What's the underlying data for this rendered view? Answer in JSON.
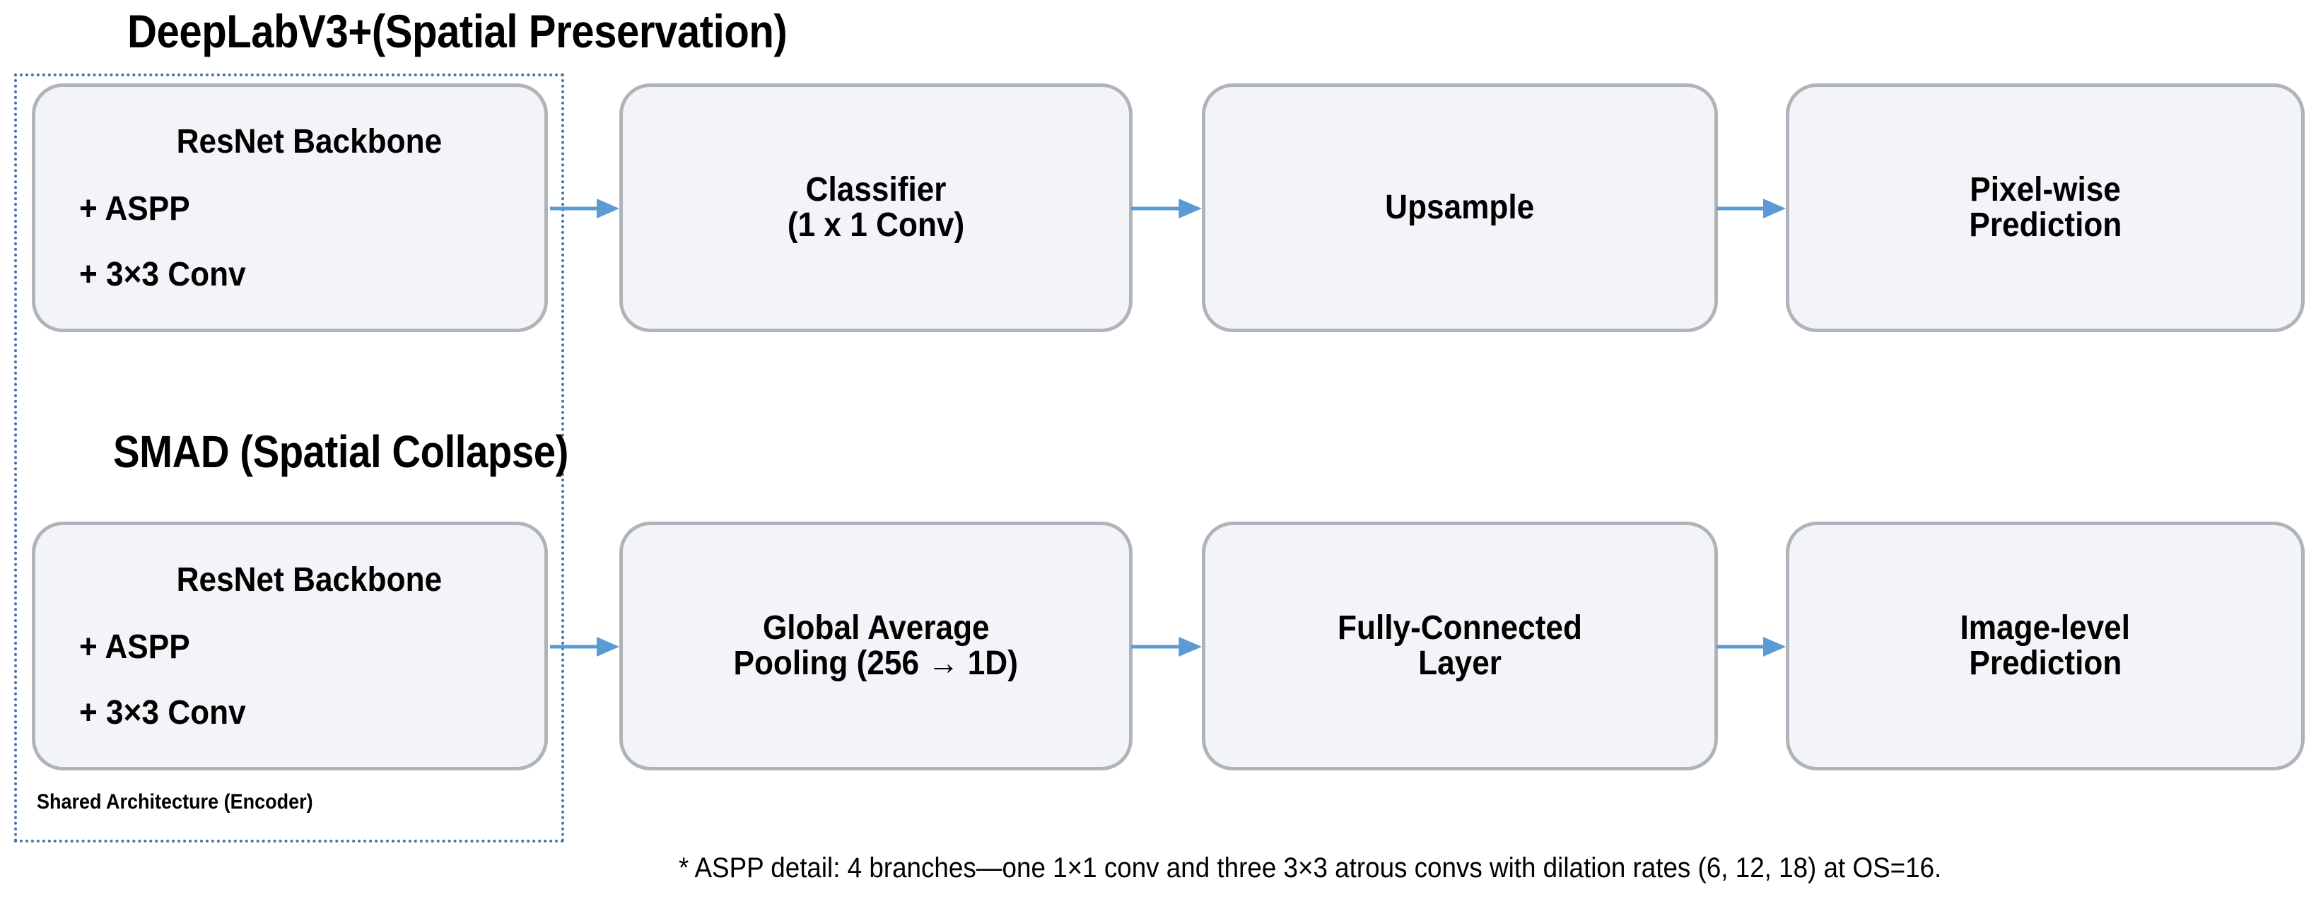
{
  "sections": [
    {
      "title": "DeepLabV3+(Spatial Preservation)",
      "nodes": [
        {
          "head": "ResNet Backbone",
          "sub1": "+ ASPP",
          "sub2": "+ 3×3 Conv"
        },
        {
          "line1": "Classifier",
          "line2": "(1 x 1 Conv)"
        },
        {
          "line1": "Upsample",
          "line2": ""
        },
        {
          "line1": "Pixel-wise",
          "line2": "Prediction"
        }
      ]
    },
    {
      "title": "SMAD (Spatial Collapse)",
      "nodes": [
        {
          "head": "ResNet Backbone",
          "sub1": "+ ASPP",
          "sub2": "+ 3×3 Conv"
        },
        {
          "line1": "Global Average",
          "line2": "Pooling (256 → 1D)"
        },
        {
          "line1": "Fully-Connected",
          "line2": "Layer"
        },
        {
          "line1": "Image-level",
          "line2": "Prediction"
        }
      ]
    }
  ],
  "shared_group": {
    "label": "Shared Architecture (Encoder)",
    "border_color": "#4472A4",
    "border_style": "dotted"
  },
  "arrows": {
    "color": "#5B9BD5",
    "direction": "right",
    "count": 6
  },
  "node_style": {
    "fill": "#F2F4F8",
    "border": "#AEB4BA",
    "text_color": "#000000"
  },
  "footnote": "* ASPP detail: 4 branches—one 1×1 conv and three 3×3 atrous convs with dilation rates (6, 12, 18) at OS=16."
}
